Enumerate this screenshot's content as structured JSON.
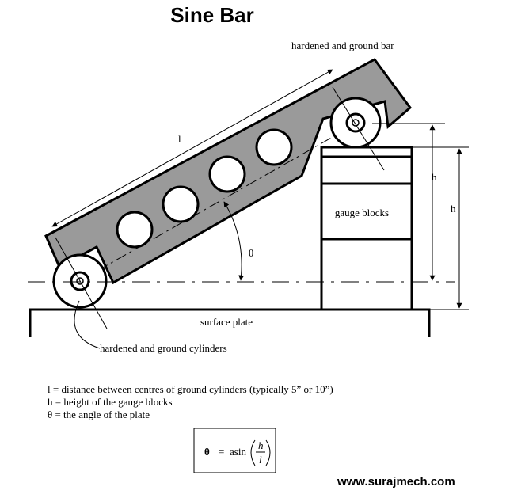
{
  "title": "Sine Bar",
  "labels": {
    "bar": "hardened and ground bar",
    "length": "l",
    "height_inner": "h",
    "height_outer": "h",
    "theta": "θ",
    "gauge_blocks": "gauge blocks",
    "surface_plate": "surface plate",
    "cylinders": "hardened and ground cylinders"
  },
  "legend": {
    "line1": "l = distance between centres of ground cylinders (typically 5” or 10”)",
    "line2": "h = height of the gauge blocks",
    "line3": "θ = the angle of the plate"
  },
  "formula": {
    "lhs": "θ",
    "eq": "=",
    "fn": "asin",
    "num": "h",
    "den": "l"
  },
  "website": "www.surajmech.com"
}
